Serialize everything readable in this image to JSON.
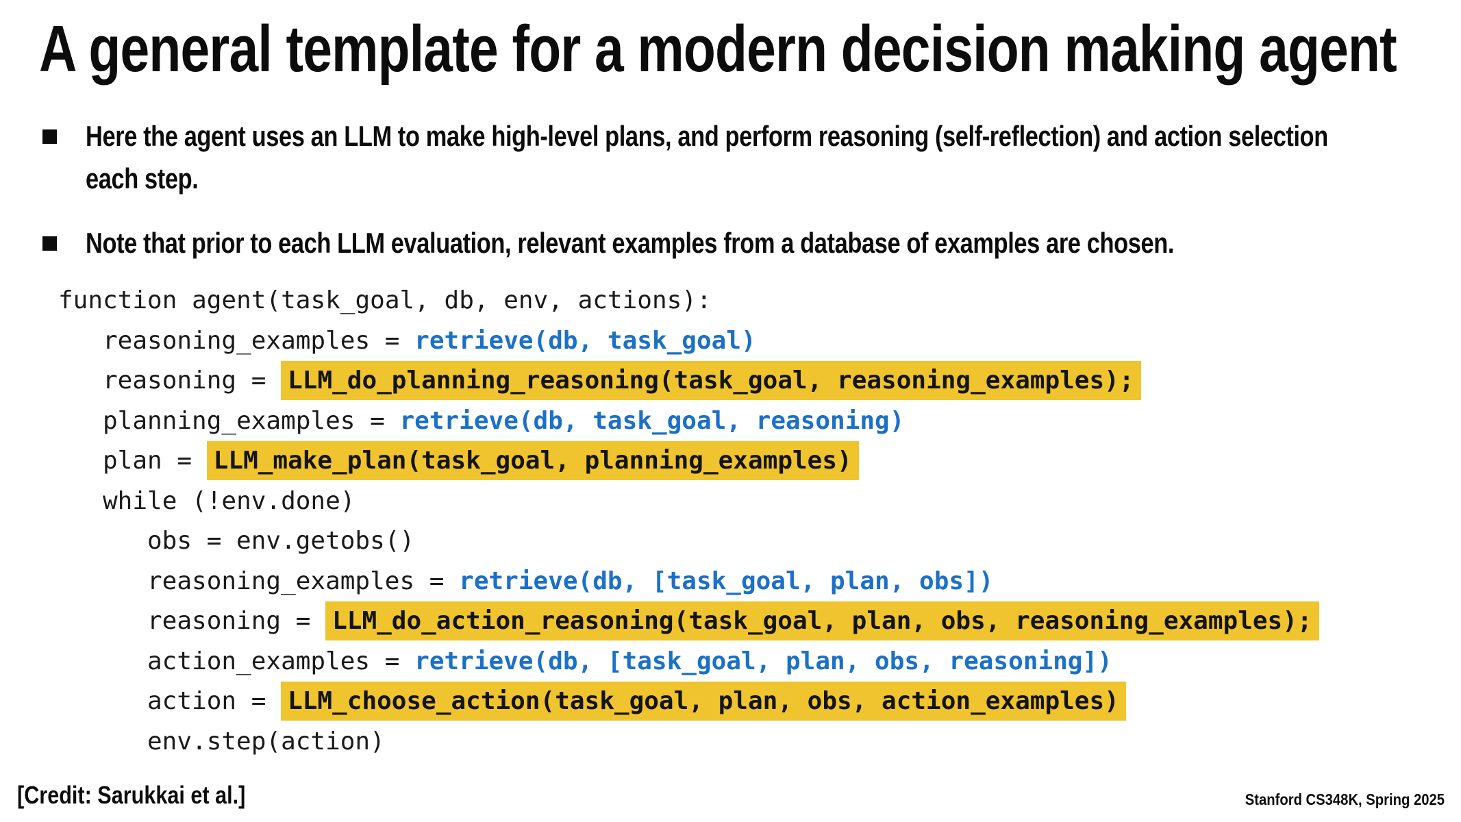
{
  "slide": {
    "title": "A general template for a modern decision making agent",
    "bullets": [
      "Here the agent uses an LLM to make high-level plans, and perform reasoning (self-reflection) and action selection each step.",
      "Note that prior to each LLM evaluation, relevant examples from a database of examples are chosen."
    ],
    "credit": "[Credit: Sarukkai et al.]",
    "footer": "Stanford CS348K, Spring 2025"
  },
  "colors": {
    "highlight_yellow": "#EFC42E",
    "code_blue": "#1B70C8",
    "code_ink": "#1A1A1A"
  },
  "code": {
    "lines": [
      {
        "indent": 0,
        "segments": [
          {
            "text": "function agent(task_goal, db, env, actions):",
            "style": "plain"
          }
        ]
      },
      {
        "indent": 1,
        "segments": [
          {
            "text": "reasoning_examples = ",
            "style": "plain"
          },
          {
            "text": "retrieve(db, task_goal)",
            "style": "blue"
          }
        ]
      },
      {
        "indent": 1,
        "segments": [
          {
            "text": "reasoning = ",
            "style": "plain"
          },
          {
            "text": "LLM_do_planning_reasoning(task_goal, reasoning_examples);",
            "style": "highlight"
          }
        ]
      },
      {
        "indent": 1,
        "segments": [
          {
            "text": "planning_examples = ",
            "style": "plain"
          },
          {
            "text": "retrieve(db, task_goal, reasoning)",
            "style": "blue"
          }
        ]
      },
      {
        "indent": 1,
        "segments": [
          {
            "text": "plan = ",
            "style": "plain"
          },
          {
            "text": "LLM_make_plan(task_goal, planning_examples)",
            "style": "highlight"
          }
        ]
      },
      {
        "indent": 1,
        "segments": [
          {
            "text": "while (!env.done)",
            "style": "plain"
          }
        ]
      },
      {
        "indent": 2,
        "segments": [
          {
            "text": "obs = env.getobs()",
            "style": "plain"
          }
        ]
      },
      {
        "indent": 2,
        "segments": [
          {
            "text": "reasoning_examples = ",
            "style": "plain"
          },
          {
            "text": "retrieve(db, [task_goal, plan, obs])",
            "style": "blue"
          }
        ]
      },
      {
        "indent": 2,
        "segments": [
          {
            "text": "reasoning = ",
            "style": "plain"
          },
          {
            "text": "LLM_do_action_reasoning(task_goal, plan, obs, reasoning_examples);",
            "style": "highlight"
          }
        ]
      },
      {
        "indent": 2,
        "segments": [
          {
            "text": "action_examples = ",
            "style": "plain"
          },
          {
            "text": "retrieve(db, [task_goal, plan, obs, reasoning])",
            "style": "blue"
          }
        ]
      },
      {
        "indent": 2,
        "segments": [
          {
            "text": "action = ",
            "style": "plain"
          },
          {
            "text": "LLM_choose_action(task_goal, plan, obs, action_examples)",
            "style": "highlight"
          }
        ]
      },
      {
        "indent": 2,
        "segments": [
          {
            "text": "env.step(action)",
            "style": "plain"
          }
        ]
      }
    ]
  }
}
